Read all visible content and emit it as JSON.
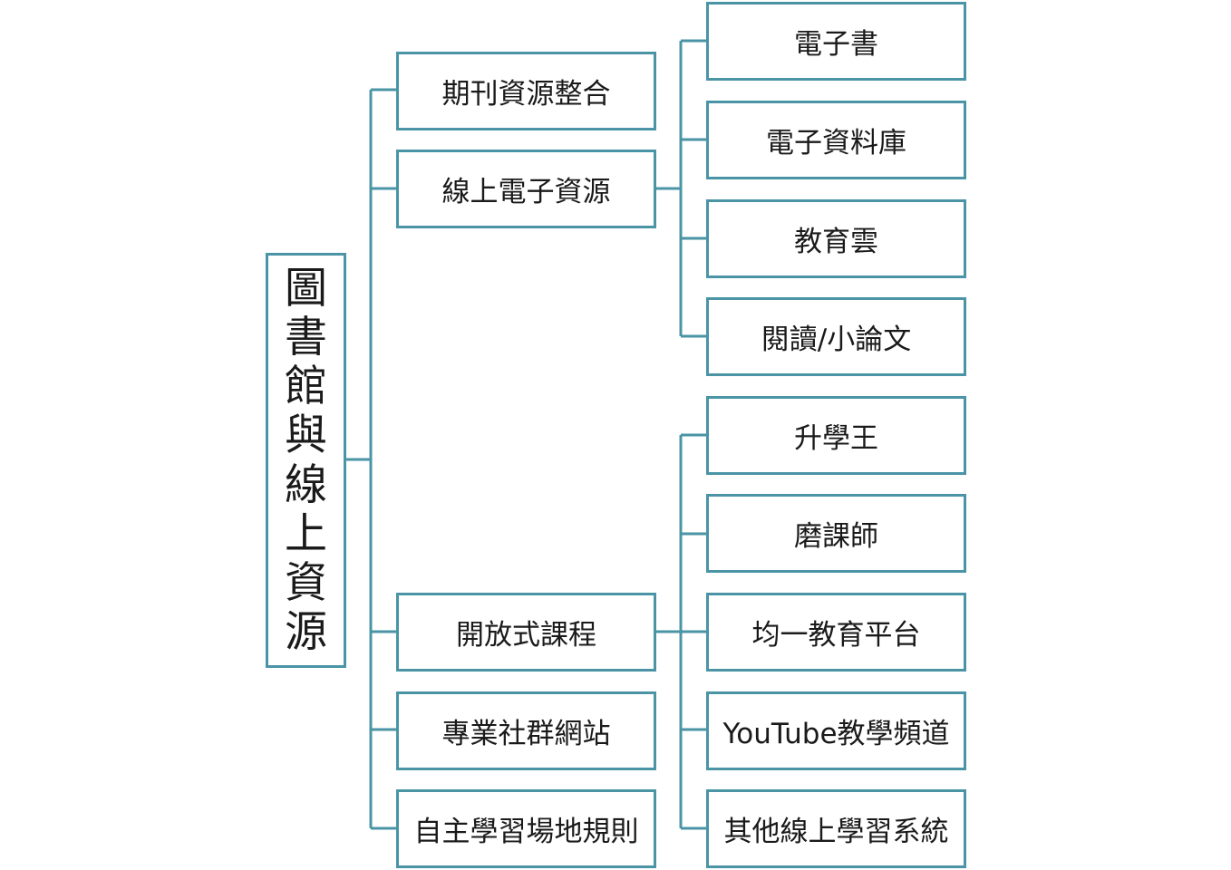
{
  "colors": {
    "border": "#4a94a6",
    "connector": "#4a94a6",
    "text": "#1a1a1a"
  },
  "root": {
    "label": "圖書館與線上資源"
  },
  "level1": [
    {
      "label": "期刊資源整合"
    },
    {
      "label": "線上電子資源"
    },
    {
      "label": "開放式課程"
    },
    {
      "label": "專業社群網站"
    },
    {
      "label": "自主學習場地規則"
    }
  ],
  "online_resources": [
    {
      "label": "電子書"
    },
    {
      "label": "電子資料庫"
    },
    {
      "label": "教育雲"
    },
    {
      "label": "閱讀/小論文"
    }
  ],
  "open_courses": [
    {
      "label": "升學王"
    },
    {
      "label": "磨課師"
    },
    {
      "label": "均一教育平台"
    },
    {
      "label": "YouTube教學頻道"
    },
    {
      "label": "其他線上學習系統"
    }
  ]
}
